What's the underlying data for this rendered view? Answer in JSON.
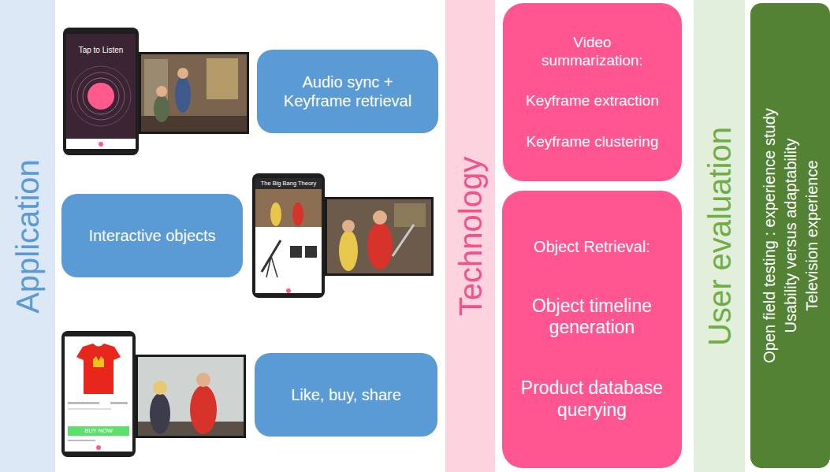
{
  "diagram": {
    "nodes": [
      {
        "text": [
          "Application"
        ]
      },
      {
        "text": [
          "Audio sync + Keyframe retrieval"
        ]
      },
      {
        "text": [
          "Interactive objects"
        ]
      },
      {
        "text": [
          "Like, buy, share"
        ]
      },
      {
        "text": [
          "Technology"
        ]
      },
      {
        "text": [
          "Video summarization:",
          "Keyframe extraction",
          "Keyframe clustering"
        ]
      },
      {
        "text": [
          "Object Retrieval:",
          "Object timeline generation",
          "Product database querying"
        ]
      },
      {
        "text": [
          "User evaluation"
        ]
      },
      {
        "text": [
          "Open field testing : experience study",
          "Usability versus adaptability",
          "Television experience"
        ]
      }
    ],
    "labels": [
      "Tap to Listen",
      "The Big Bang Theory",
      "BUY NOW"
    ]
  }
}
